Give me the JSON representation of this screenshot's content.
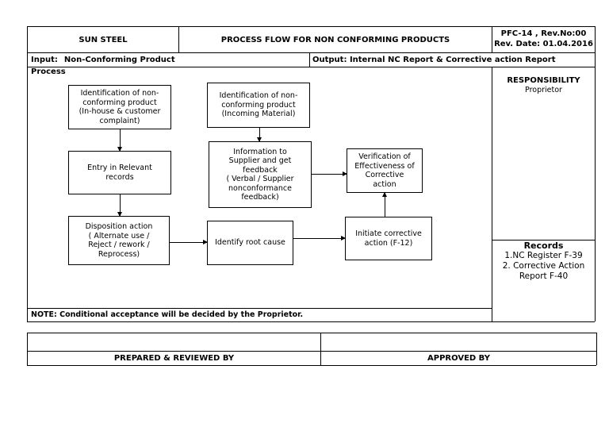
{
  "header": {
    "company": "SUN STEEL",
    "title": "PROCESS FLOW FOR NON CONFORMING PRODUCTS",
    "doc_ref": "PFC-14 , Rev.No:00",
    "rev_date": "Rev. Date: 01.04.2016"
  },
  "io": {
    "input_label": "Input:",
    "input_value": "Non-Conforming Product",
    "output": "Output: Internal NC Report & Corrective action Report"
  },
  "process_label": "Process",
  "flow": {
    "id_inhouse": "Identification of non-\nconforming product\n(In-house & customer\ncomplaint)",
    "entry_records": "Entry in Relevant\nrecords",
    "disposition": "Disposition action\n( Alternate use /\nReject / rework /\nReprocess)",
    "id_incoming": "Identification of non-\nconforming product\n(Incoming Material)",
    "info_supplier": "Information to\nSupplier and get\nfeedback\n( Verbal / Supplier\nnonconformance\nfeedback)",
    "root_cause": "Identify root cause",
    "initiate_ca": "Initiate corrective\naction (F-12)",
    "verification": "Verification of\nEffectiveness of\nCorrective\naction"
  },
  "responsibility": {
    "title": "RESPONSIBILITY",
    "value": "Proprietor"
  },
  "records": {
    "title": "Records",
    "item1": "1.NC Register F-39",
    "item2": "2. Corrective Action\nReport F-40"
  },
  "note": "NOTE: Conditional acceptance will be decided by the Proprietor.",
  "signoff": {
    "prepared": "PREPARED & REVIEWED BY",
    "approved": "APPROVED BY"
  }
}
